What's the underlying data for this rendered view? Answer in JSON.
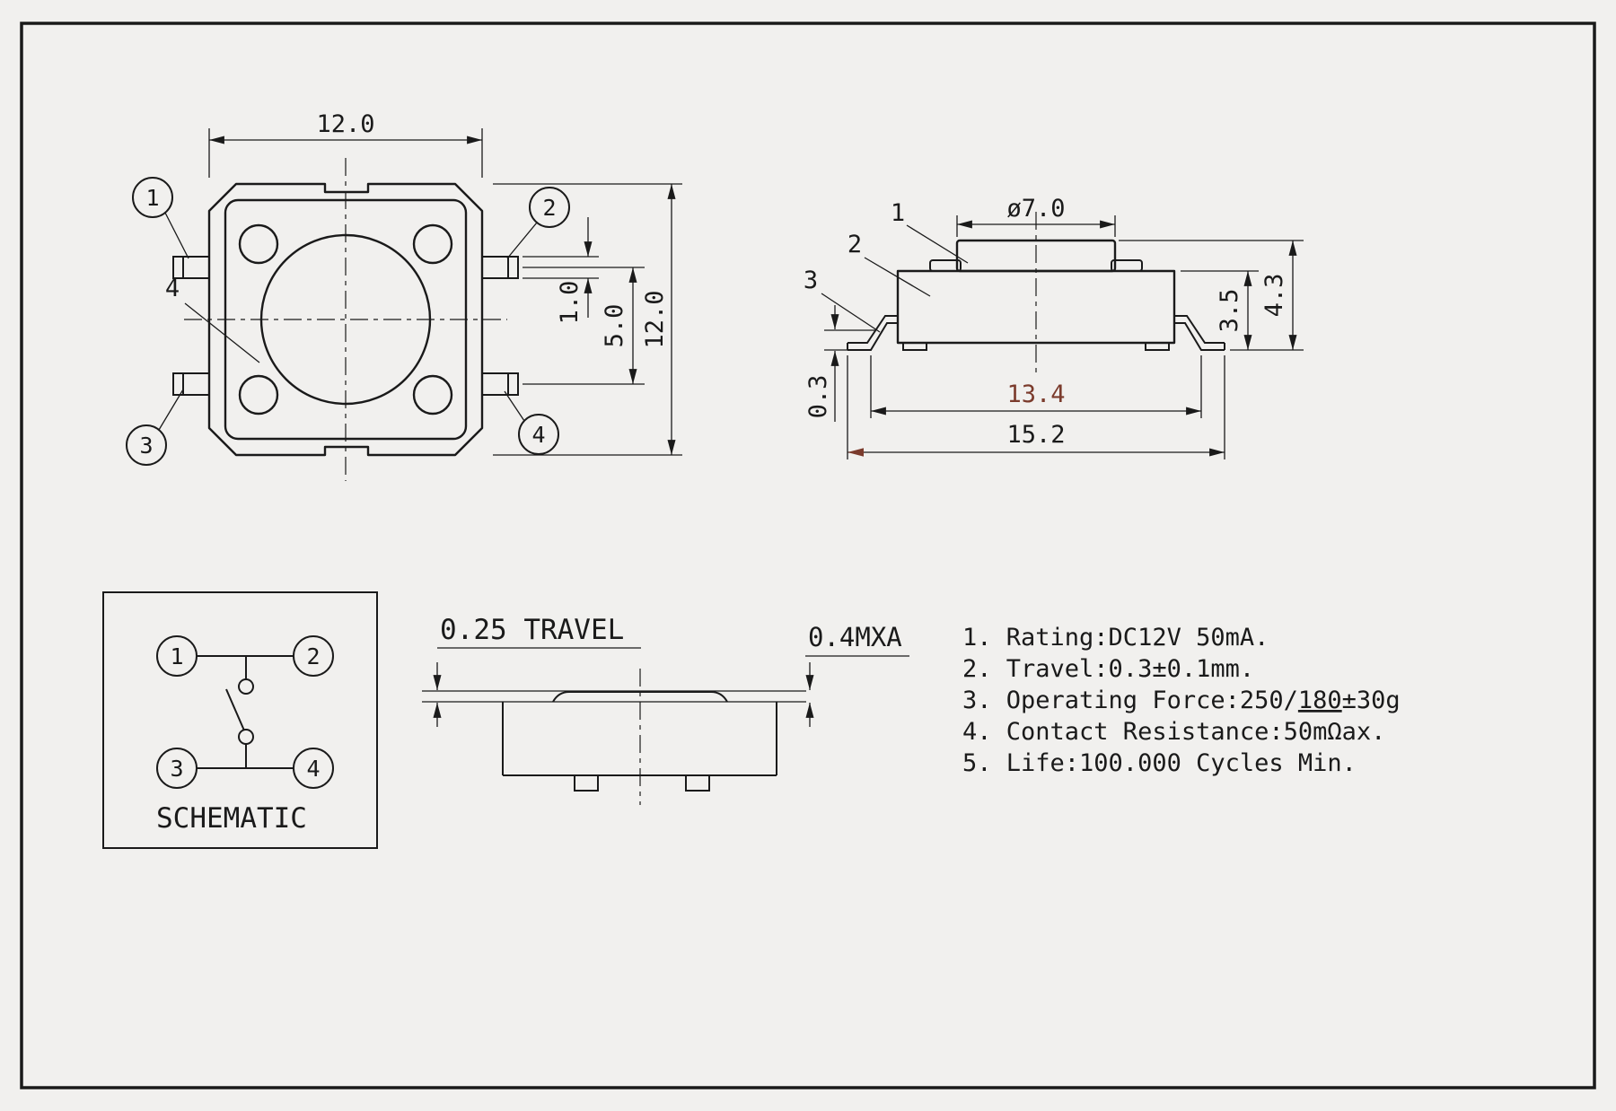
{
  "colors": {
    "line": "#1a1a1a",
    "accent_arrow": "#7b3b2c",
    "background": "#f1f0ee"
  },
  "top_view": {
    "dim_width_top": "12.0",
    "dim_height_right": "12.0",
    "dim_pin_pitch": "5.0",
    "dim_pin_width": "1.0",
    "callouts": {
      "c1": "1",
      "c2": "2",
      "c3": "3",
      "c4_right": "4",
      "c4_left": "4"
    }
  },
  "side_view": {
    "dim_button_dia": "ø7.0",
    "dim_body_height": "3.5",
    "dim_total_height": "4.3",
    "dim_contact_span": "13.4",
    "dim_overall_width": "15.2",
    "dim_standoff": "0.3",
    "labels": {
      "l1": "1",
      "l2": "2",
      "l3": "3"
    }
  },
  "schematic": {
    "title": "SCHEMATIC",
    "pins": {
      "p1": "1",
      "p2": "2",
      "p3": "3",
      "p4": "4"
    }
  },
  "travel_view": {
    "travel": "0.25 TRAVEL",
    "max": "0.4MXA"
  },
  "specs": {
    "line1": "1. Rating:DC12V 50mA.",
    "line2": "2. Travel:0.3±0.1mm.",
    "line3_prefix": "3. Operating Force:250/",
    "line3_underline": "180",
    "line3_suffix": "±30g",
    "line4": "4. Contact Resistance:50mΩax.",
    "line5": "5. Life:100.000 Cycles Min."
  }
}
